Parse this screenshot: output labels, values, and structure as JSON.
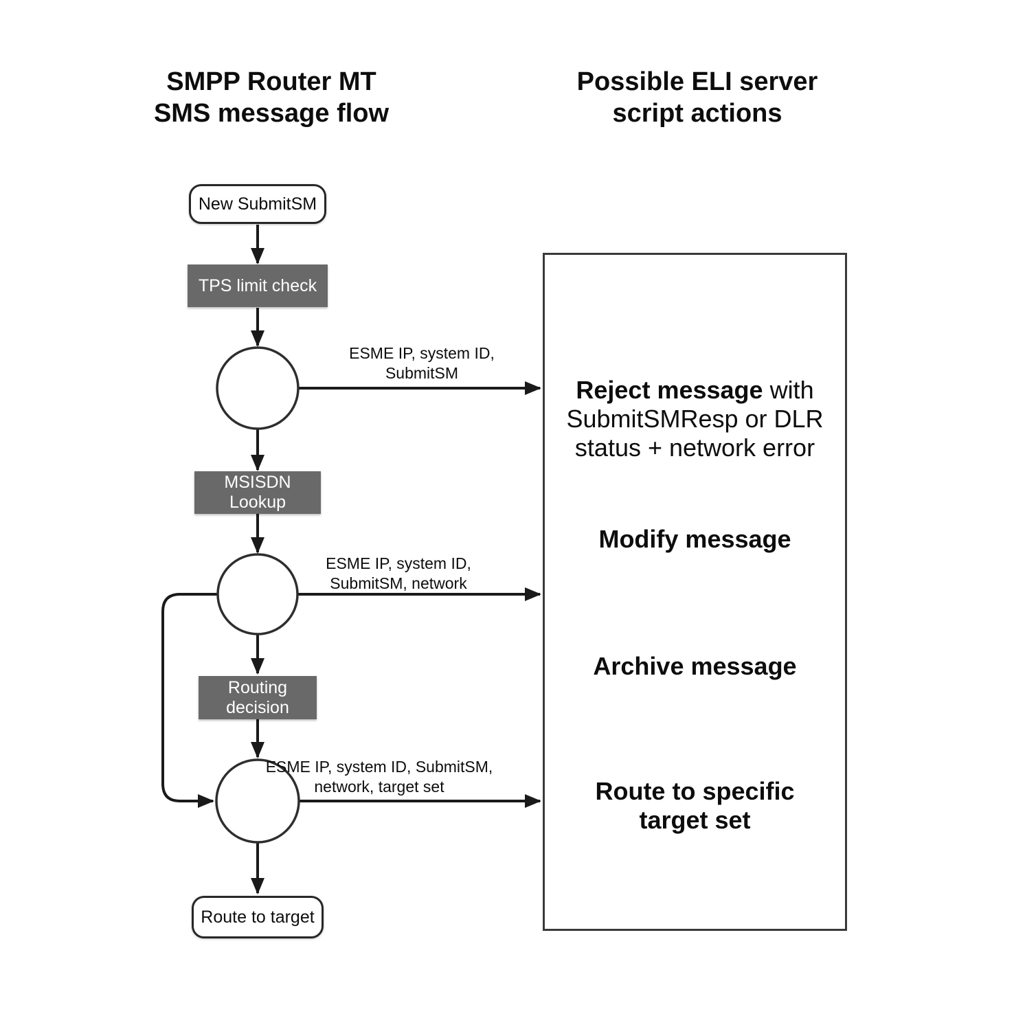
{
  "titles": {
    "left": "SMPP Router MT\nSMS message flow",
    "right": "Possible ELI server\nscript actions"
  },
  "flow": {
    "start_node": "New SubmitSM",
    "tps_node": "TPS limit check",
    "msisdn_node": "MSISDN Lookup",
    "routing_node": "Routing decision",
    "end_node": "Route to target"
  },
  "edge_labels": {
    "after_tps": "ESME IP, system ID,\nSubmitSM",
    "after_msisdn": "ESME IP, system ID,\nSubmitSM, network",
    "after_routing": "ESME IP, system ID, SubmitSM,\nnetwork, target set"
  },
  "actions": {
    "reject_bold": "Reject message",
    "reject_rest": " with\nSubmitSMResp or DLR\nstatus + network error",
    "modify": "Modify message",
    "archive": "Archive message",
    "route": "Route to specific\ntarget set"
  },
  "colors": {
    "process_node_gray": "#696969",
    "line_black": "#1a1a1a",
    "actions_box_border": "#3a3a3a",
    "background": "#ffffff"
  }
}
